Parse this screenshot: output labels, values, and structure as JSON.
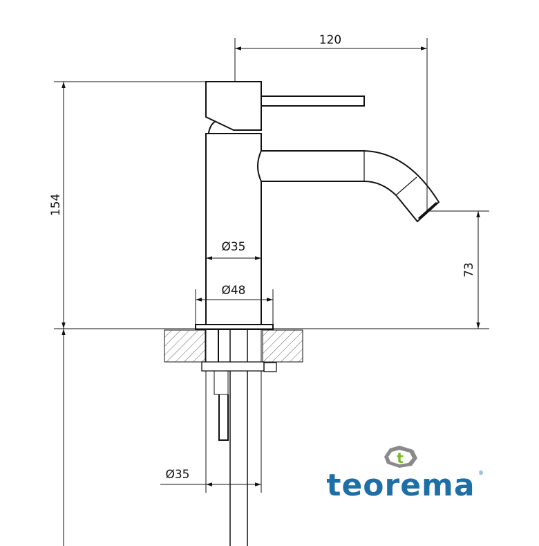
{
  "drawing": {
    "dimensions": {
      "spout_reach": "120",
      "total_height": "154",
      "spout_height": "73",
      "body_diameter": "Ø35",
      "base_diameter": "Ø48",
      "hole_diameter": "Ø35"
    }
  },
  "logo": {
    "brand": "teorema",
    "mark_letter": "t",
    "registered": "®",
    "colors": {
      "text": "#1d6fa6",
      "mark_green": "#7ab929",
      "mark_gray": "#8a8a8a"
    }
  }
}
